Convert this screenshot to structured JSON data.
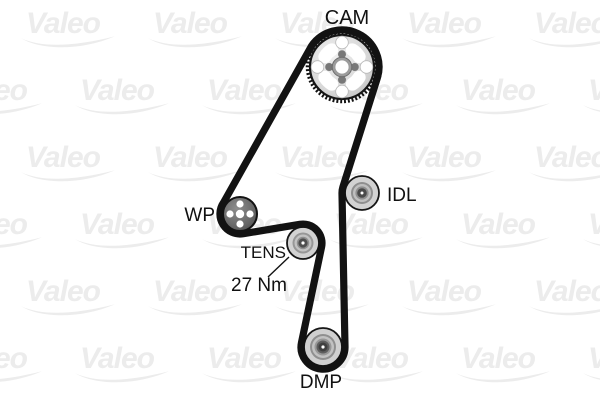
{
  "diagram": {
    "watermark_text": "Valeo",
    "labels": {
      "cam": "CAM",
      "water_pump": "WP",
      "tensioner": "TENS",
      "tensioner_torque": "27 Nm",
      "idler": "IDL",
      "damper": "DMP"
    },
    "colors": {
      "background": "#ffffff",
      "belt": "#121212",
      "label_text": "#111111",
      "watermark": "#ececec",
      "pulley_light": "#d2d2d2",
      "pulley_mid": "#979797",
      "pulley_dark": "#4d4d4d",
      "wp_body": "#646464",
      "cam_body": "#dadada"
    }
  }
}
